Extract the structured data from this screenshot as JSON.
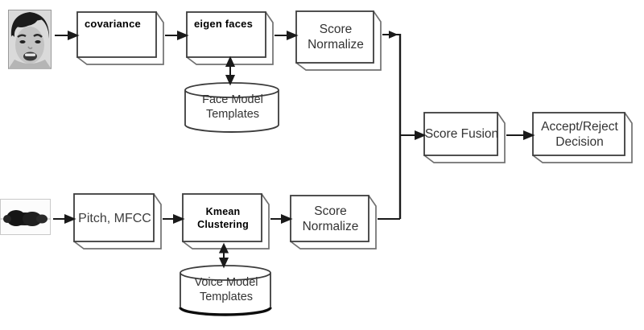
{
  "diagram": {
    "kind": "multimodal biometric verification flowchart",
    "colors": {
      "background": "#ffffff",
      "line": "#1a1a1a",
      "box_border": "#3c3c3c",
      "box_bevel": "#707070",
      "box_fill": "#ffffff",
      "text": "#333333",
      "bold_text": "#000000"
    }
  },
  "nodes": {
    "covariance": {
      "label": "covariance"
    },
    "eigen_faces": {
      "label": "eigen faces"
    },
    "score_normalize_face": {
      "label": "Score Normalize"
    },
    "face_model_templates": {
      "label": "Face Model Templates"
    },
    "pitch_mfcc": {
      "label": "Pitch, MFCC"
    },
    "kmean_clustering": {
      "label": "Kmean Clustering"
    },
    "score_normalize_voice": {
      "label": "Score Normalize"
    },
    "voice_model_templates": {
      "label": "Voice Model Templates"
    },
    "score_fusion": {
      "label": "Score Fusion"
    },
    "decision": {
      "label": "Accept/Reject Decision"
    }
  },
  "icons": {
    "face_photo": "face-photo-icon",
    "voice_waveform": "voice-waveform-icon"
  },
  "edges": [
    {
      "from": "face_photo",
      "to": "covariance"
    },
    {
      "from": "covariance",
      "to": "eigen_faces"
    },
    {
      "from": "eigen_faces",
      "to": "score_normalize_face"
    },
    {
      "from": "eigen_faces",
      "to": "face_model_templates",
      "bidirectional": true
    },
    {
      "from": "score_normalize_face",
      "to": "score_fusion"
    },
    {
      "from": "voice_waveform",
      "to": "pitch_mfcc"
    },
    {
      "from": "pitch_mfcc",
      "to": "kmean_clustering"
    },
    {
      "from": "kmean_clustering",
      "to": "score_normalize_voice"
    },
    {
      "from": "kmean_clustering",
      "to": "voice_model_templates",
      "bidirectional": true
    },
    {
      "from": "score_normalize_voice",
      "to": "score_fusion"
    },
    {
      "from": "score_fusion",
      "to": "decision"
    }
  ]
}
